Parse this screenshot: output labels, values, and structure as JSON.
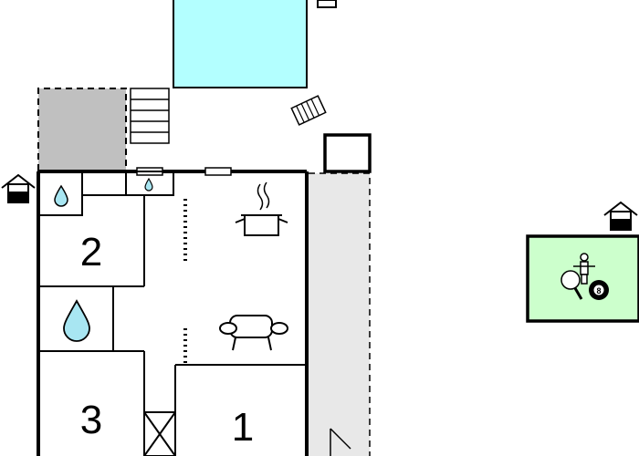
{
  "floorplan": {
    "rooms": [
      {
        "id": "bedroom-1",
        "label": "1"
      },
      {
        "id": "bedroom-2",
        "label": "2"
      },
      {
        "id": "bedroom-3",
        "label": "3"
      }
    ],
    "icons": [
      "pool-icon",
      "stairs-icon",
      "kitchen-icon",
      "sofa-icon",
      "water-drop-icon",
      "entrance-icon",
      "games-icon",
      "billiard-ball-icon",
      "table-tennis-icon",
      "table-football-icon"
    ],
    "billiard_ball_number": "8",
    "colors": {
      "pool": "#b3ffff",
      "terrace": "#c0c0c0",
      "walkway": "#e8e8e8",
      "games_room": "#ccffcc",
      "water_drop": "#a8e6f2",
      "wall": "#000000"
    }
  }
}
